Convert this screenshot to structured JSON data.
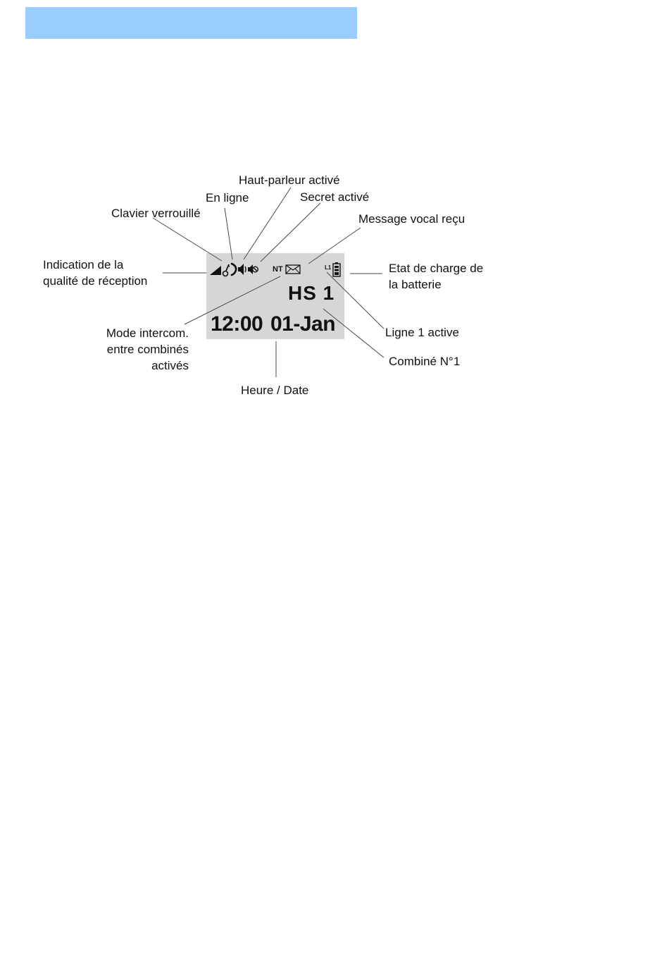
{
  "labels": {
    "haut_parleur": "Haut-parleur activé",
    "en_ligne": "En ligne",
    "secret": "Secret activé",
    "clavier": "Clavier verrouillé",
    "message": "Message vocal reçu",
    "indication_1": "Indication de la",
    "indication_2": "qualité de réception",
    "etat_1": "Etat de charge de",
    "etat_2": "la batterie",
    "mode_1": "Mode intercom.",
    "mode_2": "entre combinés",
    "mode_3": "activés",
    "ligne": "Ligne 1 active",
    "combine": "Combiné N°1",
    "heure": "Heure / Date"
  },
  "lcd": {
    "handset": "HS 1",
    "time": "12:00",
    "date": "01-Jan",
    "intercom_indicator": "NT",
    "line_indicator": "L1"
  },
  "icons": [
    "signal-icon",
    "key-lock-icon",
    "phone-handset-icon",
    "speaker-icon",
    "mute-icon",
    "envelope-icon",
    "battery-icon"
  ],
  "colors": {
    "header_bar": "#99ccff",
    "lcd_background": "#d6d6d6"
  }
}
